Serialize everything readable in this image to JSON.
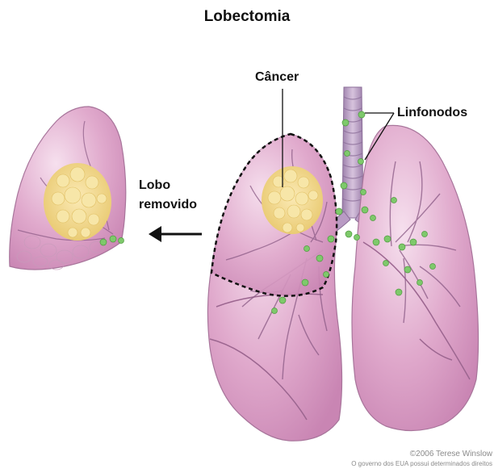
{
  "title": "Lobectomia",
  "labels": {
    "cancer": "Câncer",
    "lymph_nodes": "Linfonodos",
    "removed_lobe_line1": "Lobo",
    "removed_lobe_line2": "removido"
  },
  "credit": {
    "line1": "©2006 Terese Winslow",
    "line2": "O governo dos EUA possui determinados direitos"
  },
  "colors": {
    "lung_fill": "#e2afd0",
    "lung_highlight": "#f4dcea",
    "vessel": "#8a5a85",
    "tumor": "#f2dc93",
    "lymph_node": "#7ec96b",
    "trachea": "#b79ac2"
  }
}
